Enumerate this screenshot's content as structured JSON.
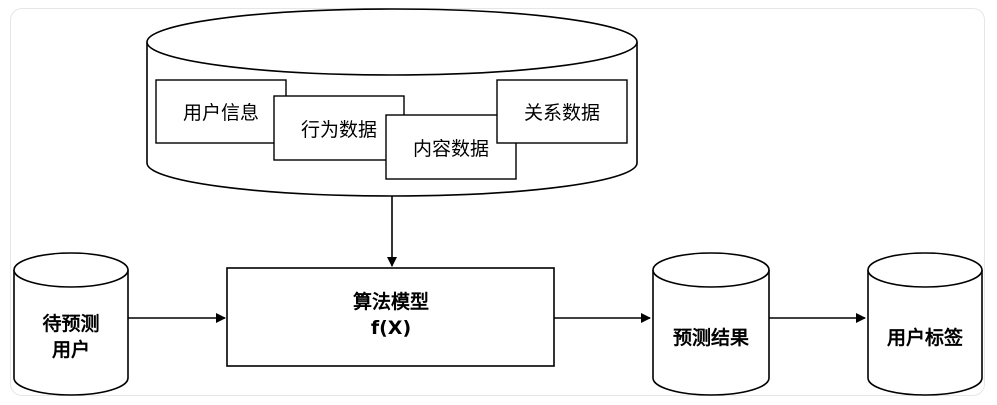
{
  "diagram": {
    "database": {
      "items": [
        "用户信息",
        "行为数据",
        "内容数据",
        "关系数据"
      ]
    },
    "input_user": {
      "line1": "待预测",
      "line2": "用户"
    },
    "model": {
      "title": "算法模型",
      "formula": "f(X)"
    },
    "prediction": {
      "label": "预测结果"
    },
    "tags": {
      "label": "用户标签"
    }
  }
}
